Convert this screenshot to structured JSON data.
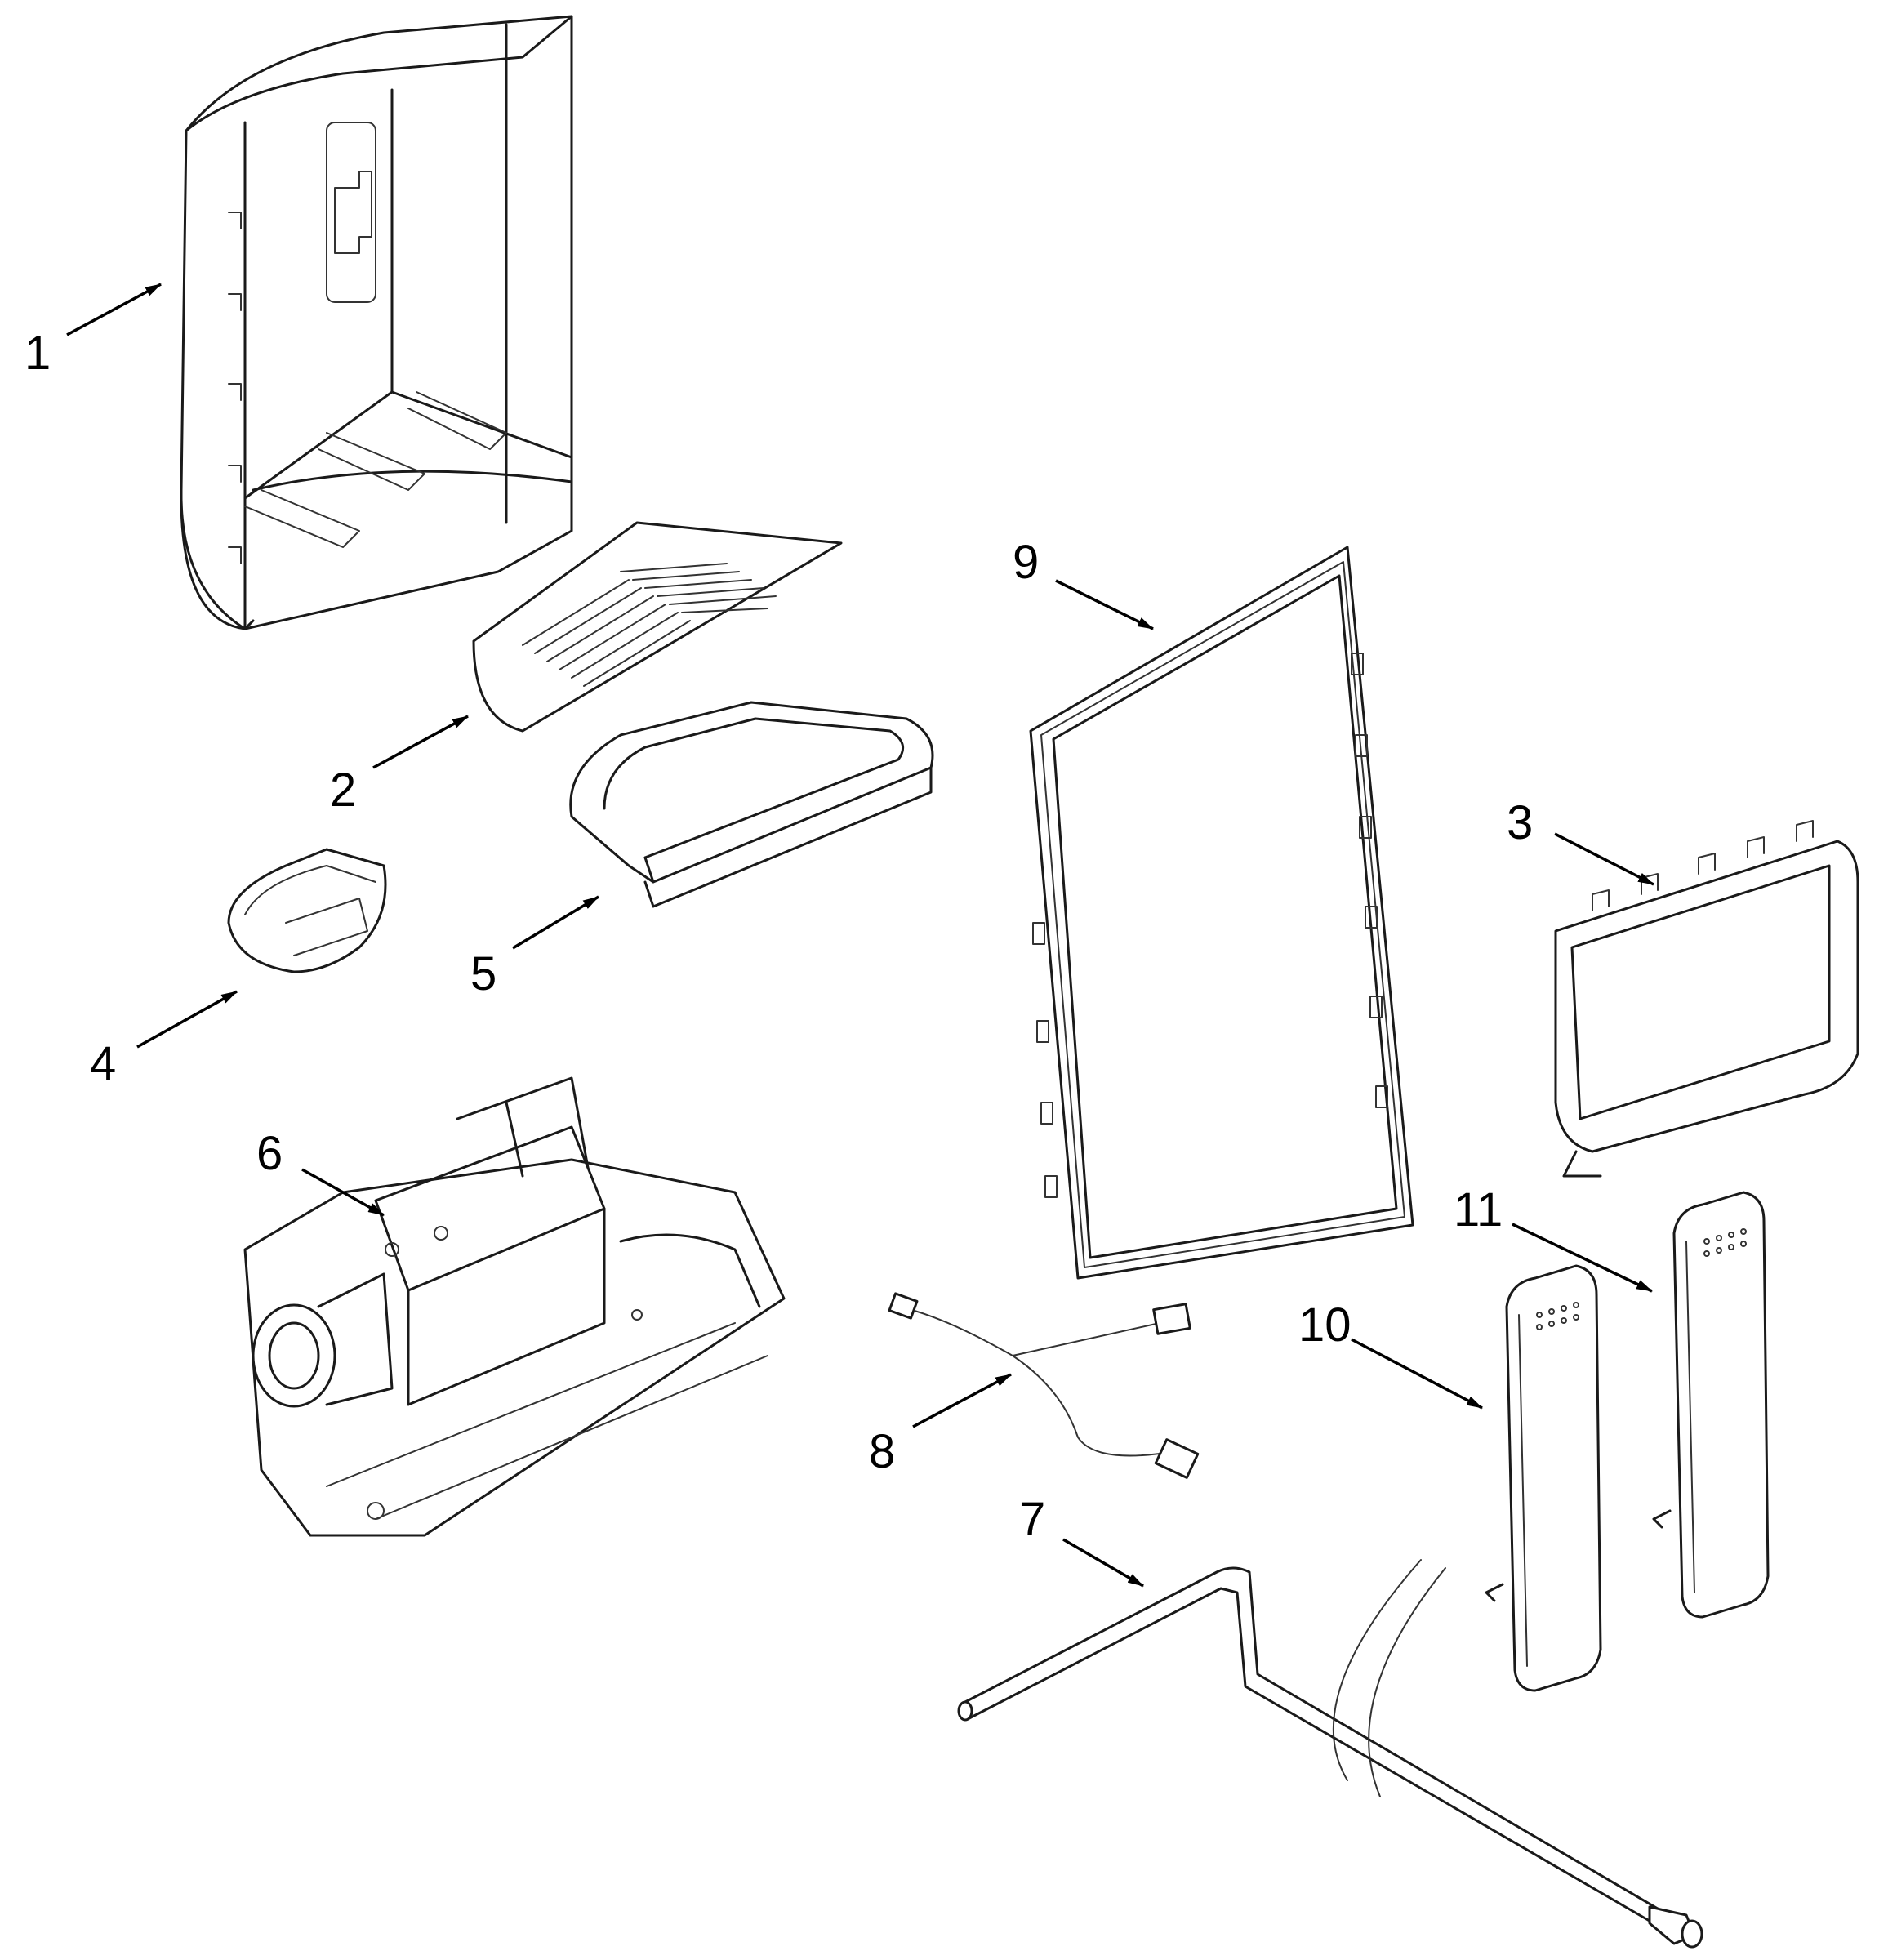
{
  "callouts": [
    {
      "id": "1",
      "label": "1"
    },
    {
      "id": "2",
      "label": "2"
    },
    {
      "id": "3",
      "label": "3"
    },
    {
      "id": "4",
      "label": "4"
    },
    {
      "id": "5",
      "label": "5"
    },
    {
      "id": "6",
      "label": "6"
    },
    {
      "id": "7",
      "label": "7"
    },
    {
      "id": "8",
      "label": "8"
    },
    {
      "id": "9",
      "label": "9"
    },
    {
      "id": "10",
      "label": "10"
    },
    {
      "id": "11",
      "label": "11"
    }
  ],
  "colors": {
    "line": "#1a1a1a",
    "background": "#ffffff"
  }
}
